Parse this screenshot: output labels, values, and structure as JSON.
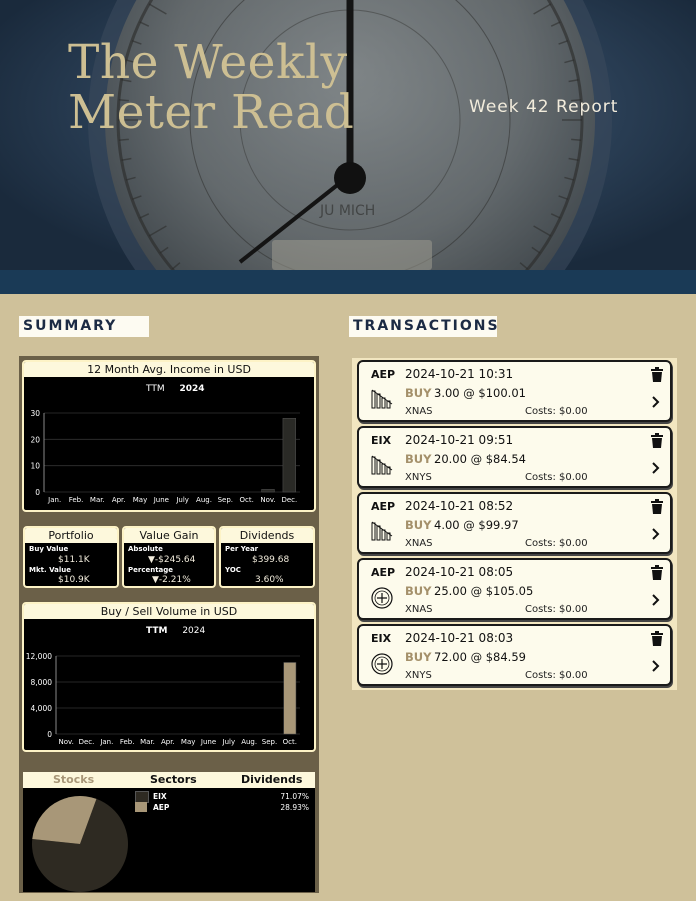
{
  "header": {
    "title_line1": "The Weekly",
    "title_line2": "Meter Read",
    "subtitle": "Week 42 Report",
    "gauge_text": "JU MICH"
  },
  "summary": {
    "heading": "SUMMARY",
    "income_card": {
      "title": "12 Month Avg. Income in USD",
      "tabs": [
        "TTM",
        "2024"
      ],
      "active_tab": "2024",
      "chart_data": {
        "type": "bar",
        "categories": [
          "Jan.",
          "Feb.",
          "Mar.",
          "Apr.",
          "May",
          "June",
          "July",
          "Aug.",
          "Sep.",
          "Oct.",
          "Nov.",
          "Dec."
        ],
        "values": [
          0,
          0,
          0,
          0,
          0,
          0,
          0,
          0,
          0,
          0,
          1,
          28
        ],
        "y_ticks": [
          "30",
          "20",
          "10",
          "0"
        ],
        "ylim": [
          0,
          30
        ],
        "grid": true
      }
    },
    "portfolio": {
      "title": "Portfolio",
      "buy_label": "Buy Value",
      "buy_value": "$11.1K",
      "mkt_label": "Mkt. Value",
      "mkt_value": "$10.9K"
    },
    "value_gain": {
      "title": "Value Gain",
      "abs_label": "Absolute",
      "abs_value": "▼-$245.64",
      "pct_label": "Percentage",
      "pct_value": "▼-2.21%"
    },
    "dividends": {
      "title": "Dividends",
      "year_label": "Per Year",
      "year_value": "$399.68",
      "yoc_label": "YOC",
      "yoc_value": "3.60%"
    },
    "volume_card": {
      "title": "Buy / Sell Volume in USD",
      "tabs": [
        "TTM",
        "2024"
      ],
      "active_tab": "TTM",
      "chart_data": {
        "type": "bar",
        "categories": [
          "Nov.",
          "Dec.",
          "Jan.",
          "Feb.",
          "Mar.",
          "Apr.",
          "May",
          "June",
          "July",
          "Aug.",
          "Sep.",
          "Oct."
        ],
        "values": [
          0,
          0,
          0,
          0,
          0,
          0,
          0,
          0,
          0,
          0,
          0,
          11000
        ],
        "y_ticks": [
          "12,000",
          "8,000",
          "4,000",
          "0"
        ],
        "ylim": [
          0,
          12000
        ],
        "grid": true
      }
    },
    "allocation": {
      "tabs": [
        "Stocks",
        "Sectors",
        "Dividends"
      ],
      "active_tab": "Stocks",
      "chart_data": {
        "type": "pie",
        "labels": [
          "EIX",
          "AEP"
        ],
        "values": [
          71.07,
          28.93
        ],
        "pct_labels": [
          "71.07%",
          "28.93%"
        ],
        "colors": [
          "#2e2a22",
          "#a89778"
        ]
      }
    }
  },
  "transactions": {
    "heading": "TRANSACTIONS",
    "items": [
      {
        "ticker": "AEP",
        "datetime": "2024-10-21 10:31",
        "side": "BUY",
        "qty_price": "3.00 @ $100.01",
        "exchange": "XNAS",
        "costs": "Costs: $0.00",
        "icon": "bar-decline-icon"
      },
      {
        "ticker": "EIX",
        "datetime": "2024-10-21 09:51",
        "side": "BUY",
        "qty_price": "20.00 @ $84.54",
        "exchange": "XNYS",
        "costs": "Costs: $0.00",
        "icon": "bar-decline-icon"
      },
      {
        "ticker": "AEP",
        "datetime": "2024-10-21 08:52",
        "side": "BUY",
        "qty_price": "4.00 @ $99.97",
        "exchange": "XNAS",
        "costs": "Costs: $0.00",
        "icon": "bar-decline-icon"
      },
      {
        "ticker": "AEP",
        "datetime": "2024-10-21 08:05",
        "side": "BUY",
        "qty_price": "25.00 @ $105.05",
        "exchange": "XNAS",
        "costs": "Costs: $0.00",
        "icon": "plus-circle-icon"
      },
      {
        "ticker": "EIX",
        "datetime": "2024-10-21 08:03",
        "side": "BUY",
        "qty_price": "72.00 @ $84.59",
        "exchange": "XNYS",
        "costs": "Costs: $0.00",
        "icon": "plus-circle-icon"
      }
    ]
  }
}
